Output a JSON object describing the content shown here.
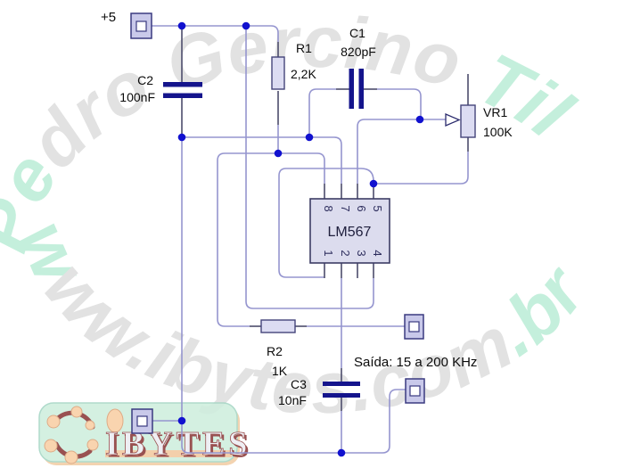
{
  "schematic": {
    "power_label": "+5",
    "output_label": "Saída: 15 a 200 KHz",
    "components": {
      "c2": {
        "ref": "C2",
        "value": "100nF"
      },
      "c1": {
        "ref": "C1",
        "value": "820pF"
      },
      "c3": {
        "ref": "C3",
        "value": "10nF"
      },
      "r1": {
        "ref": "R1",
        "value": "2,2K"
      },
      "r2": {
        "ref": "R2",
        "value": "1K"
      },
      "vr1": {
        "ref": "VR1",
        "value": "100K"
      },
      "ic": {
        "ref": "LM567",
        "pins_top": [
          "8",
          "7",
          "6",
          "5"
        ],
        "pins_bottom": [
          "1",
          "2",
          "3",
          "4"
        ]
      }
    }
  },
  "watermark": {
    "top_arc_parts": [
      {
        "text": "Pe",
        "color": "green"
      },
      {
        "text": "dro Gercino ",
        "color": "gray"
      },
      {
        "text": "Til",
        "color": "green"
      }
    ],
    "bottom_arc_parts": [
      {
        "text": "w",
        "color": "green"
      },
      {
        "text": "ww.ibytes.com",
        "color": "gray"
      },
      {
        "text": ".br",
        "color": "green"
      }
    ],
    "logo_text": "IBYTES"
  },
  "colors": {
    "wire": "#9595cf",
    "component_lead": "#565674",
    "junction_dot": "#1111cf",
    "component_fill": "#dcdcf2",
    "component_border": "#44447a",
    "capacitor_plate": "#14148c",
    "label_text": "#0a0a0a",
    "watermark_gray": "#d7d7d7",
    "watermark_green": "#aeeacf",
    "logo_background": "#cfeede",
    "logo_accent_orange": "#f2cda6",
    "logo_maroon": "#8c3a3a"
  }
}
